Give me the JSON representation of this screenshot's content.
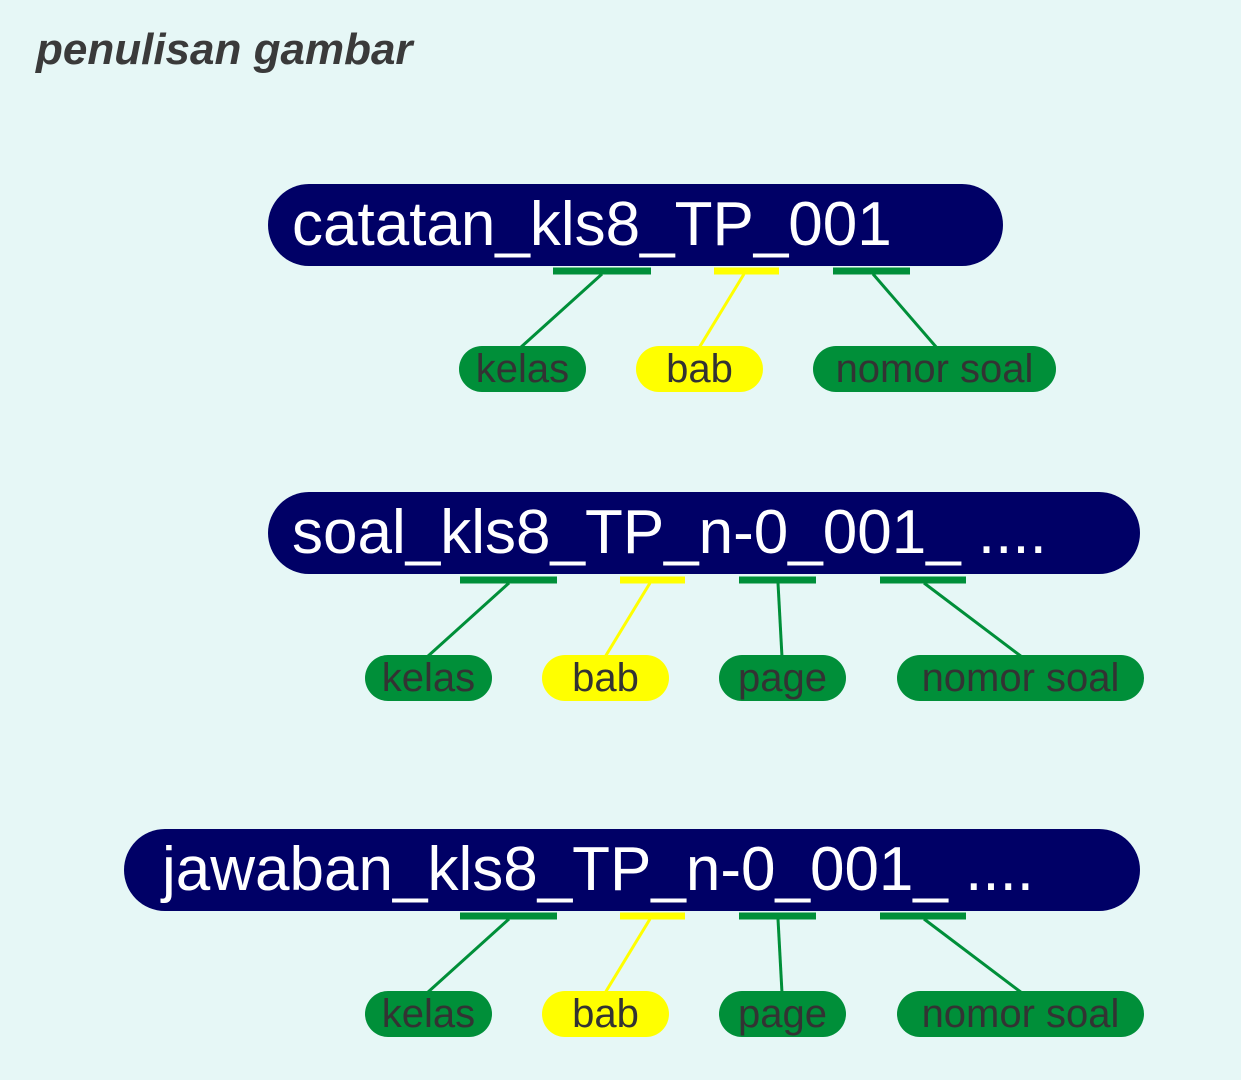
{
  "title": "penulisan gambar",
  "colors": {
    "background": "#e6f7f6",
    "pill": "#000066",
    "green": "#008f39",
    "yellow": "#ffff00",
    "tag_text": "#333333"
  },
  "rows": [
    {
      "filename": "catatan_kls8_TP_001",
      "labels": [
        {
          "text": "kelas",
          "color": "green"
        },
        {
          "text": "bab",
          "color": "yellow"
        },
        {
          "text": "nomor soal",
          "color": "green"
        }
      ]
    },
    {
      "filename": "soal_kls8_TP_n-0_001_ ....",
      "labels": [
        {
          "text": "kelas",
          "color": "green"
        },
        {
          "text": "bab",
          "color": "yellow"
        },
        {
          "text": "page",
          "color": "green"
        },
        {
          "text": "nomor soal",
          "color": "green"
        }
      ]
    },
    {
      "filename": "jawaban_kls8_TP_n-0_001_ ....",
      "labels": [
        {
          "text": "kelas",
          "color": "green"
        },
        {
          "text": "bab",
          "color": "yellow"
        },
        {
          "text": "page",
          "color": "green"
        },
        {
          "text": "nomor soal",
          "color": "green"
        }
      ]
    }
  ]
}
